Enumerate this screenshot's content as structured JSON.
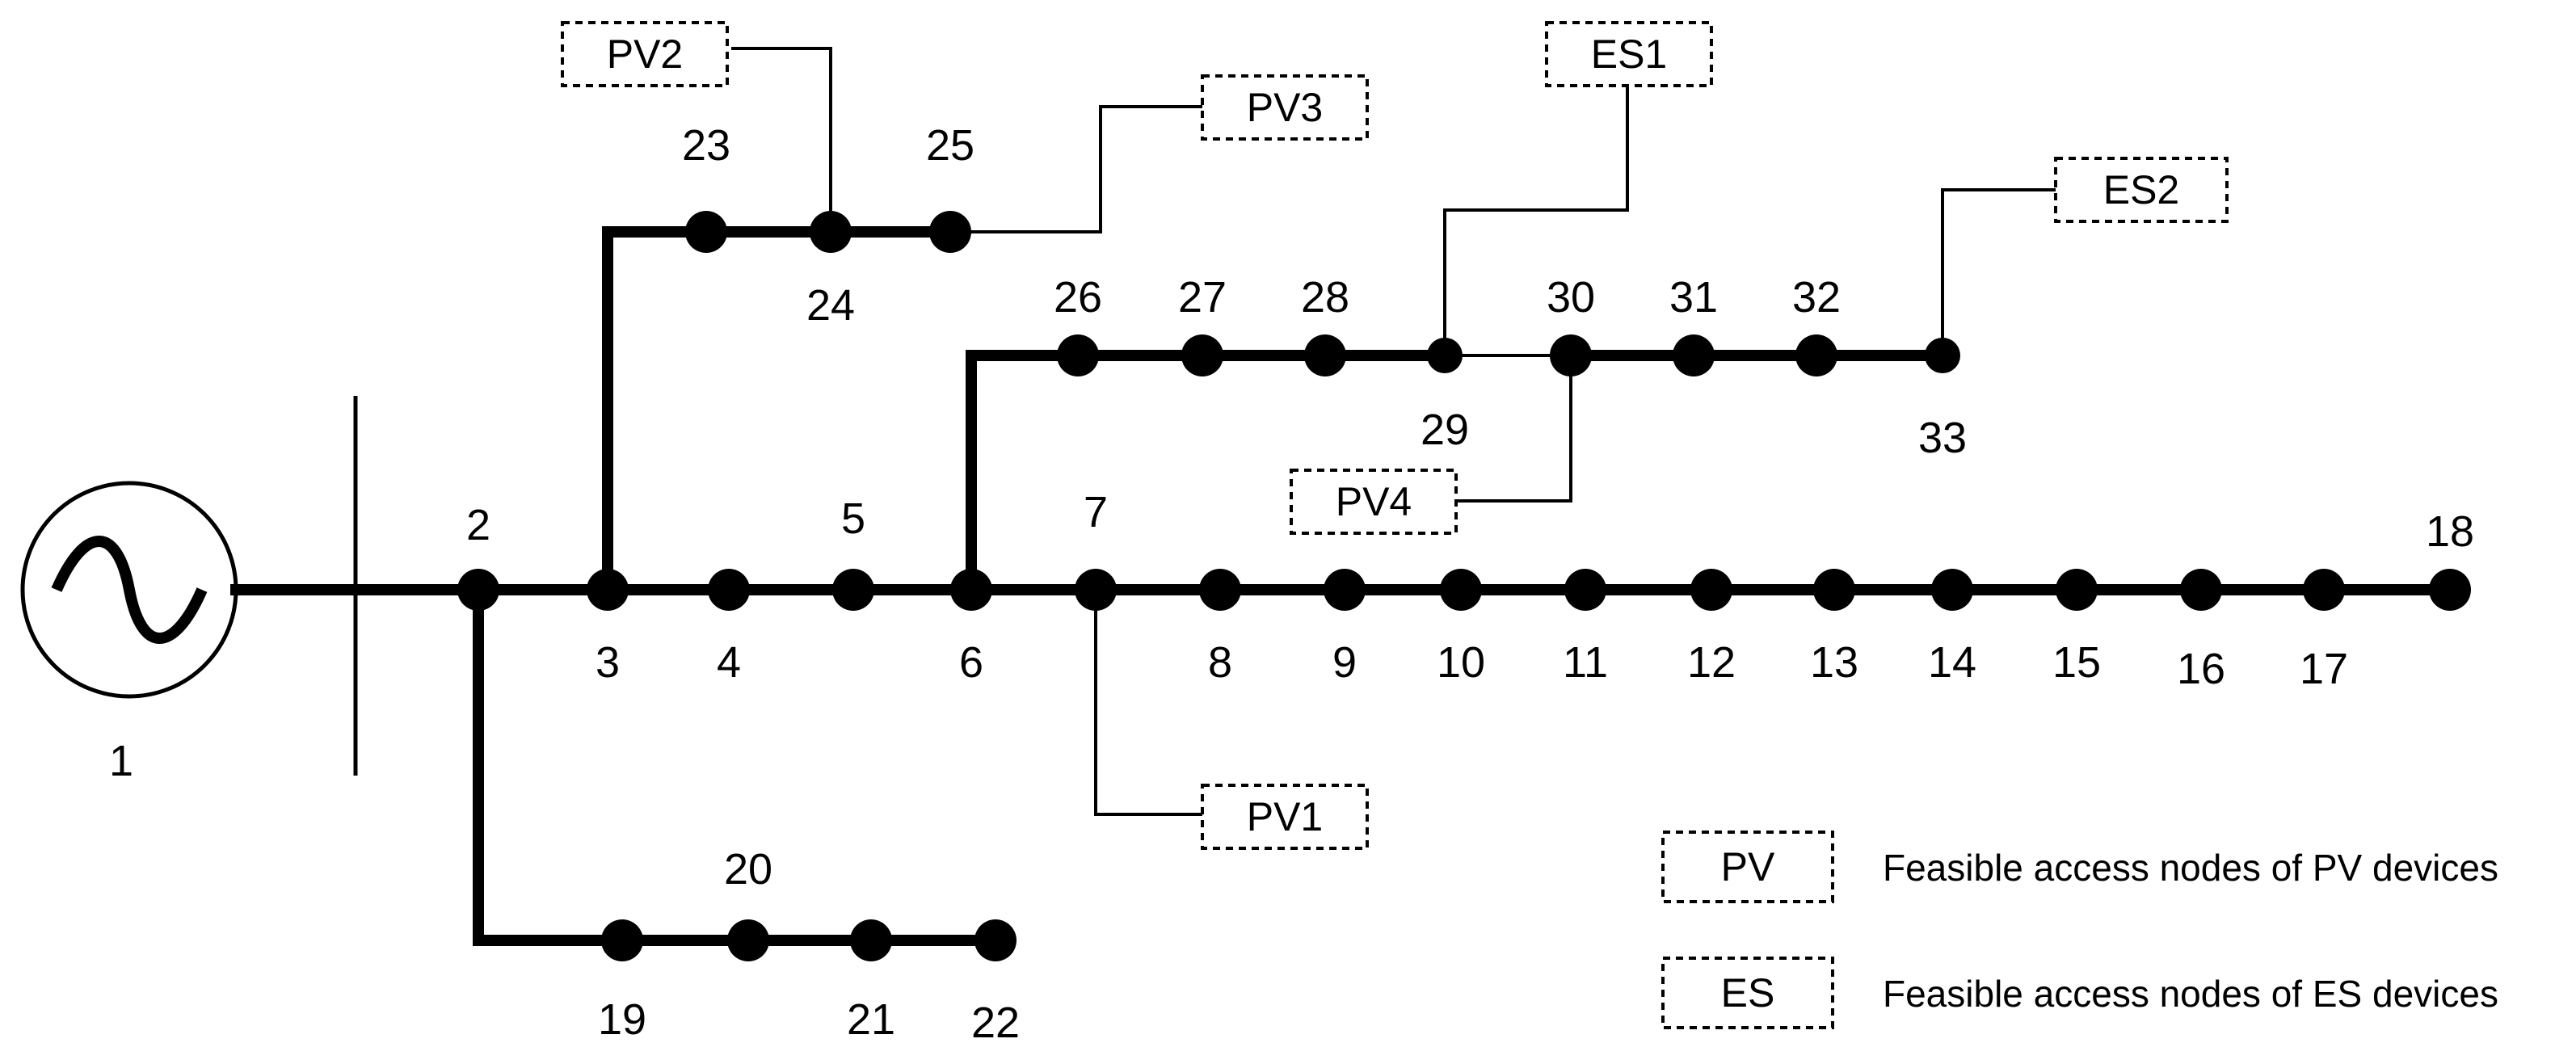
{
  "diagram": {
    "source_node": "1",
    "nodes": [
      "2",
      "3",
      "4",
      "5",
      "6",
      "7",
      "8",
      "9",
      "10",
      "11",
      "12",
      "13",
      "14",
      "15",
      "16",
      "17",
      "18",
      "19",
      "20",
      "21",
      "22",
      "23",
      "24",
      "25",
      "26",
      "27",
      "28",
      "29",
      "30",
      "31",
      "32",
      "33"
    ],
    "devices": [
      "PV1",
      "PV2",
      "PV3",
      "PV4",
      "ES1",
      "ES2"
    ]
  },
  "legend": {
    "pv_box": "PV",
    "pv_text": "Feasible access nodes of PV devices",
    "es_box": "ES",
    "es_text": "Feasible access nodes of ES devices"
  }
}
